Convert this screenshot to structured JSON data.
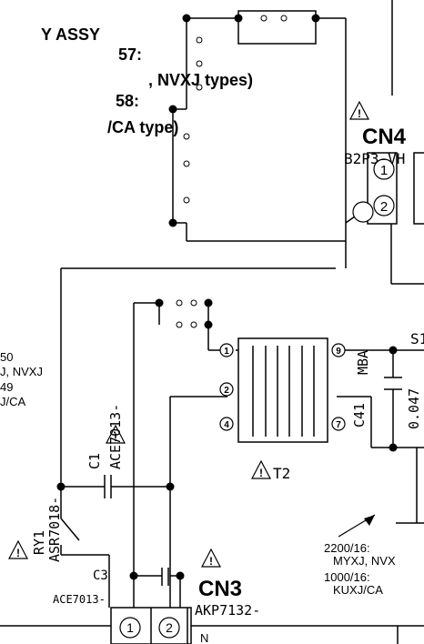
{
  "assy_text": {
    "line1": "Y ASSY",
    "line2": "57:",
    "line3": ", NVXJ types)",
    "line4": "58:",
    "line5": "/CA type)"
  },
  "cn4": {
    "title": "CN4",
    "part": "B2P3-VH",
    "pin1": "1",
    "pin2": "2"
  },
  "left_note": {
    "l1": "50",
    "l2": "J, NVXJ",
    "l3": "49",
    "l4": "J/CA"
  },
  "transformer": {
    "label": "T2",
    "pin1": "1",
    "pin2": "2",
    "pin4": "4",
    "pin7": "7",
    "pin9": "9"
  },
  "c41": {
    "label": "C41",
    "type": "MBA",
    "value": "0.047"
  },
  "s1_label": "S1",
  "c1": {
    "label": "C1",
    "part": "ACE7013-"
  },
  "ry1": {
    "label": "RY1",
    "part": "ASR7018-"
  },
  "c3": {
    "label": "C3",
    "part": "ACE7013-"
  },
  "cn3": {
    "title": "CN3",
    "part": "AKP7132-",
    "pin1": "1",
    "pin2": "2"
  },
  "right_note": {
    "l1": "2200/16:",
    "l2": "MYXJ, NVX",
    "l3": "1000/16:",
    "l4": "KUXJ/CA"
  },
  "bottom_label": "N",
  "warning_symbol": "!"
}
